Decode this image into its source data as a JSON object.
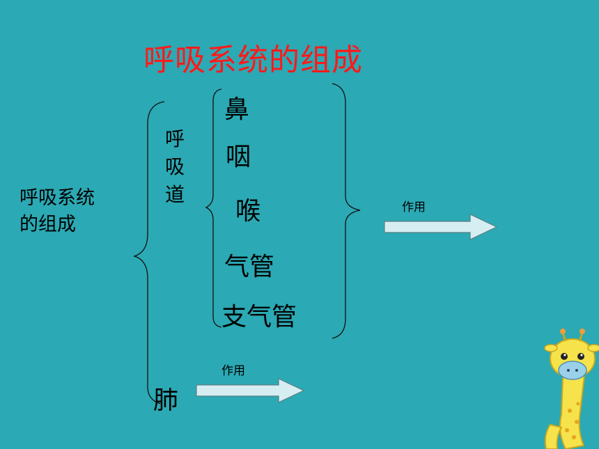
{
  "title": "呼吸系统的组成",
  "side_label": {
    "line1": "呼吸系统",
    "line2": "的组成"
  },
  "airway_label": "呼吸道",
  "organs": {
    "nose": "鼻",
    "pharynx": "咽",
    "larynx": "喉",
    "trachea": "气管",
    "bronchi": "支气管",
    "lung": "肺"
  },
  "function_label": "作用",
  "colors": {
    "background": "#2ba9b4",
    "title": "#ff1a1a",
    "arrow_fill": "#d6eef2",
    "arrow_stroke": "#5a7f86"
  },
  "decoration": "giraffe-illustration"
}
